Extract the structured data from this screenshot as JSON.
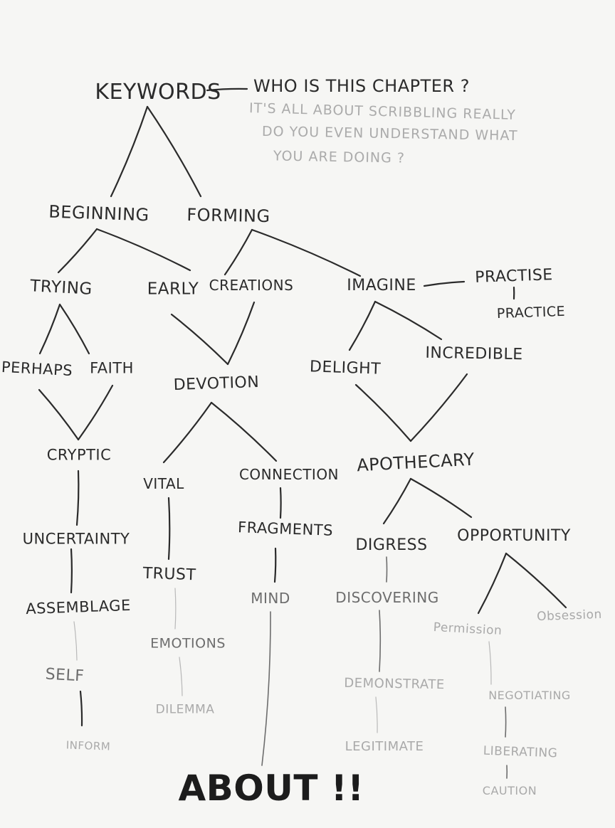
{
  "header": {
    "title": "KEYWORDS",
    "question": "WHO IS THIS CHAPTER ?",
    "note_lines": [
      "IT'S ALL ABOUT SCRIBBLING REALLY",
      "DO YOU EVEN UNDERSTAND WHAT",
      "YOU ARE DOING ?"
    ]
  },
  "nodes": [
    {
      "id": "keywords",
      "label": "KEYWORDS",
      "tone": "dark"
    },
    {
      "id": "beginning",
      "label": "BEGINNING",
      "tone": "dark"
    },
    {
      "id": "forming",
      "label": "FORMING",
      "tone": "dark"
    },
    {
      "id": "trying",
      "label": "TRYING",
      "tone": "dark"
    },
    {
      "id": "early",
      "label": "EARLY",
      "tone": "dark"
    },
    {
      "id": "creations",
      "label": "CREATIONS",
      "tone": "dark"
    },
    {
      "id": "imagine",
      "label": "IMAGINE",
      "tone": "dark"
    },
    {
      "id": "practise",
      "label": "PRACTISE",
      "tone": "dark"
    },
    {
      "id": "practice",
      "label": "PRACTICE",
      "tone": "dark"
    },
    {
      "id": "perhaps",
      "label": "PERHAPS",
      "tone": "dark"
    },
    {
      "id": "faith",
      "label": "FAITH",
      "tone": "dark"
    },
    {
      "id": "devotion",
      "label": "DEVOTION",
      "tone": "dark"
    },
    {
      "id": "delight",
      "label": "DELIGHT",
      "tone": "dark"
    },
    {
      "id": "incredible",
      "label": "INCREDIBLE",
      "tone": "dark"
    },
    {
      "id": "cryptic",
      "label": "CRYPTIC",
      "tone": "dark"
    },
    {
      "id": "vital",
      "label": "VITAL",
      "tone": "dark"
    },
    {
      "id": "connection",
      "label": "CONNECTION",
      "tone": "dark"
    },
    {
      "id": "apothecary",
      "label": "APOTHECARY",
      "tone": "dark"
    },
    {
      "id": "uncertainty",
      "label": "UNCERTAINTY",
      "tone": "dark"
    },
    {
      "id": "fragments",
      "label": "FRAGMENTS",
      "tone": "dark"
    },
    {
      "id": "digress",
      "label": "DIGRESS",
      "tone": "dark"
    },
    {
      "id": "opportunity",
      "label": "OPPORTUNITY",
      "tone": "dark"
    },
    {
      "id": "trust",
      "label": "TRUST",
      "tone": "dark"
    },
    {
      "id": "assemblage",
      "label": "ASSEMBLAGE",
      "tone": "dark"
    },
    {
      "id": "mind",
      "label": "MIND",
      "tone": "mid"
    },
    {
      "id": "discovering",
      "label": "DISCOVERING",
      "tone": "mid"
    },
    {
      "id": "permission",
      "label": "Permission",
      "tone": "light"
    },
    {
      "id": "obsession",
      "label": "Obsession",
      "tone": "light"
    },
    {
      "id": "emotions",
      "label": "EMOTIONS",
      "tone": "mid"
    },
    {
      "id": "self",
      "label": "SELF",
      "tone": "mid"
    },
    {
      "id": "demonstrate",
      "label": "DEMONSTRATE",
      "tone": "light"
    },
    {
      "id": "negotiating",
      "label": "NEGOTIATING",
      "tone": "light"
    },
    {
      "id": "dilemma",
      "label": "DILEMMA",
      "tone": "light"
    },
    {
      "id": "inform",
      "label": "INFORM",
      "tone": "light"
    },
    {
      "id": "legitimate",
      "label": "LEGITIMATE",
      "tone": "light"
    },
    {
      "id": "liberating",
      "label": "LIBERATING",
      "tone": "light"
    },
    {
      "id": "caution",
      "label": "CAUTION",
      "tone": "light"
    },
    {
      "id": "about",
      "label": "ABOUT !!",
      "tone": "dark"
    }
  ],
  "edges": [
    {
      "from": "keywords",
      "to": "beginning",
      "tone": "dark"
    },
    {
      "from": "keywords",
      "to": "forming",
      "tone": "dark"
    },
    {
      "from": "keywords",
      "to": "question",
      "tone": "dark"
    },
    {
      "from": "beginning",
      "to": "trying",
      "tone": "dark"
    },
    {
      "from": "beginning",
      "to": "early",
      "tone": "dark"
    },
    {
      "from": "forming",
      "to": "creations",
      "tone": "dark"
    },
    {
      "from": "forming",
      "to": "imagine",
      "tone": "dark"
    },
    {
      "from": "imagine",
      "to": "practise",
      "tone": "dark"
    },
    {
      "from": "practise",
      "to": "practice",
      "tone": "dark"
    },
    {
      "from": "trying",
      "to": "perhaps",
      "tone": "dark"
    },
    {
      "from": "trying",
      "to": "faith",
      "tone": "dark"
    },
    {
      "from": "early",
      "to": "devotion",
      "tone": "dark"
    },
    {
      "from": "creations",
      "to": "devotion",
      "tone": "dark"
    },
    {
      "from": "imagine",
      "to": "delight",
      "tone": "dark"
    },
    {
      "from": "imagine",
      "to": "incredible",
      "tone": "dark"
    },
    {
      "from": "perhaps",
      "to": "cryptic",
      "tone": "dark"
    },
    {
      "from": "faith",
      "to": "cryptic",
      "tone": "dark"
    },
    {
      "from": "devotion",
      "to": "vital",
      "tone": "dark"
    },
    {
      "from": "devotion",
      "to": "connection",
      "tone": "dark"
    },
    {
      "from": "delight",
      "to": "apothecary",
      "tone": "dark"
    },
    {
      "from": "incredible",
      "to": "apothecary",
      "tone": "dark"
    },
    {
      "from": "cryptic",
      "to": "uncertainty",
      "tone": "dark"
    },
    {
      "from": "uncertainty",
      "to": "assemblage",
      "tone": "dark"
    },
    {
      "from": "vital",
      "to": "trust",
      "tone": "dark"
    },
    {
      "from": "connection",
      "to": "fragments",
      "tone": "dark"
    },
    {
      "from": "fragments",
      "to": "mind",
      "tone": "dark"
    },
    {
      "from": "apothecary",
      "to": "digress",
      "tone": "dark"
    },
    {
      "from": "apothecary",
      "to": "opportunity",
      "tone": "dark"
    },
    {
      "from": "opportunity",
      "to": "permission",
      "tone": "dark"
    },
    {
      "from": "opportunity",
      "to": "obsession",
      "tone": "dark"
    },
    {
      "from": "digress",
      "to": "discovering",
      "tone": "mid"
    },
    {
      "from": "trust",
      "to": "emotions",
      "tone": "light"
    },
    {
      "from": "emotions",
      "to": "dilemma",
      "tone": "light"
    },
    {
      "from": "assemblage",
      "to": "self",
      "tone": "light"
    },
    {
      "from": "self",
      "to": "inform",
      "tone": "dark"
    },
    {
      "from": "discovering",
      "to": "demonstrate",
      "tone": "mid"
    },
    {
      "from": "demonstrate",
      "to": "legitimate",
      "tone": "light"
    },
    {
      "from": "permission",
      "to": "negotiating",
      "tone": "light"
    },
    {
      "from": "negotiating",
      "to": "liberating",
      "tone": "mid"
    },
    {
      "from": "liberating",
      "to": "caution",
      "tone": "mid"
    },
    {
      "from": "mind",
      "to": "about",
      "tone": "mid"
    }
  ],
  "colors": {
    "paper": "#f6f6f4",
    "ink_dark": "#2b2b2b",
    "ink_mid": "#6d6d6d",
    "ink_light": "#a9a9a9",
    "pencil_faint": "#b9b9b9"
  }
}
